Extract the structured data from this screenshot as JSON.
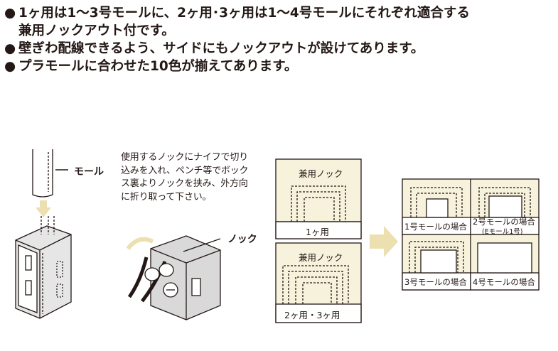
{
  "bullets": [
    {
      "mark": "●",
      "lines": [
        "1ヶ用は1〜3号モールに、2ヶ用･3ヶ用は1〜4号モールにそれぞれ適合する",
        "兼用ノックアウト付です。"
      ]
    },
    {
      "mark": "●",
      "lines": [
        "壁ぎわ配線できるよう、サイドにもノックアウトが設けてあります。"
      ]
    },
    {
      "mark": "●",
      "lines": [
        "プラモールに合わせた10色が揃えてあります。"
      ]
    }
  ],
  "diagram": {
    "mole_label": "モール",
    "knock_label": "ノック",
    "instruction_lines": [
      "使用するノックにナイフで切り",
      "込みを入れ、ペンチ等でボック",
      "ス裏よりノックを挟み、外方向",
      "に折り取って下さい。"
    ],
    "panel1": {
      "title": "兼用ノック",
      "caption": "1ヶ用"
    },
    "panel2": {
      "title": "兼用ノック",
      "caption": "2ヶ用・3ヶ用"
    },
    "results": [
      {
        "label": "1号モールの場合",
        "sub": ""
      },
      {
        "label": "2号モールの場合",
        "sub": "(Eモール1号)"
      },
      {
        "label": "3号モールの場合",
        "sub": ""
      },
      {
        "label": "4号モールの場合",
        "sub": ""
      }
    ]
  },
  "colors": {
    "panel_fill": "#f7f2dc",
    "arrow": "#ecdfb0",
    "line": "#231815",
    "box_gray": "#d9d9d9"
  }
}
